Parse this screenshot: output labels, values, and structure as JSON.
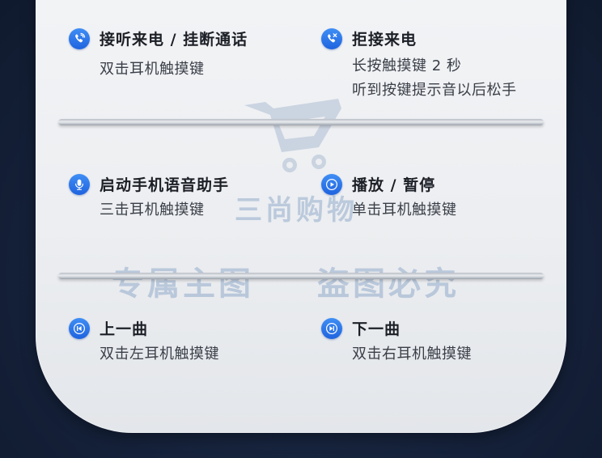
{
  "features": {
    "answer_hangup": {
      "title": "接听来电 / 挂断通话",
      "desc": [
        "双击耳机触摸键"
      ]
    },
    "reject_call": {
      "title": "拒接来电",
      "desc": [
        "长按触摸键 2 秒",
        "听到按键提示音以后松手"
      ]
    },
    "voice_assistant": {
      "title": "启动手机语音助手",
      "desc": [
        "三击耳机触摸键"
      ]
    },
    "play_pause": {
      "title": "播放 / 暂停",
      "desc": [
        "单击耳机触摸键"
      ]
    },
    "prev_track": {
      "title": "上一曲",
      "desc": [
        "双击左耳机触摸键"
      ]
    },
    "next_track": {
      "title": "下一曲",
      "desc": [
        "双击右耳机触摸键"
      ]
    }
  },
  "icons": {
    "answer_hangup": "phone-call-icon",
    "reject_call": "phone-reject-icon",
    "voice_assistant": "microphone-icon",
    "play_pause": "play-icon",
    "prev_track": "previous-track-icon",
    "next_track": "next-track-icon"
  },
  "watermark": {
    "brand": "三尚购物",
    "left": "专属主图",
    "right": "盗图必究"
  },
  "colors": {
    "accent": "#2a74ea",
    "background": "#16233a",
    "panel": "#eef0f3",
    "text": "#1c1f26"
  }
}
